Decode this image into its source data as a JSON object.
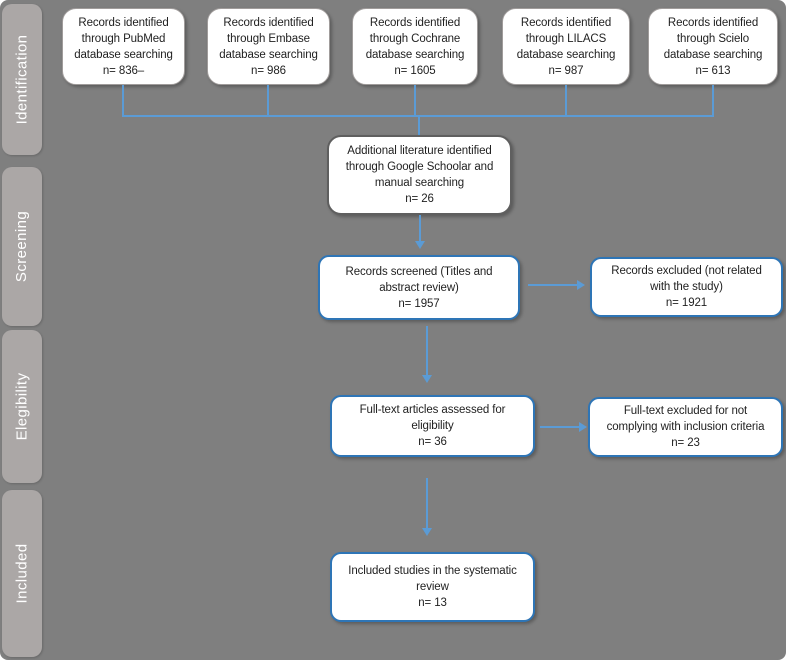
{
  "colors": {
    "background": "#7f7f7f",
    "stage_tab": "#aba7a6",
    "stage_text": "#ffffff",
    "connector_blue": "#5b9bd5",
    "box_border_blue": "#2e75b6",
    "box_border_dark_gray": "#5f5f5f",
    "box_border_light_gray": "#a09c9b",
    "box_fill": "#ffffff",
    "box_text": "#1f1f1f"
  },
  "stages": [
    {
      "label": "Identification"
    },
    {
      "label": "Screening"
    },
    {
      "label": "Elegibility"
    },
    {
      "label": "Included"
    }
  ],
  "boxes": {
    "pubmed": {
      "text": "Records identified\nthrough PubMed\ndatabase searching\nn= 836–"
    },
    "embase": {
      "text": "Records identified\nthrough Embase\ndatabase searching\nn= 986"
    },
    "cochrane": {
      "text": "Records identified\nthrough Cochrane\ndatabase searching\nn= 1605"
    },
    "lilacs": {
      "text": "Records identified\nthrough LILACS\ndatabase searching\nn= 987"
    },
    "scielo": {
      "text": "Records identified\nthrough Scielo\ndatabase searching\nn= 613"
    },
    "additional": {
      "text": "Additional literature identified\nthrough Google Schoolar and\nmanual searching\nn= 26"
    },
    "screened": {
      "text": "Records screened (Titles and\nabstract review)\nn= 1957"
    },
    "excluded": {
      "text": "Records excluded (not related\nwith the study)\nn= 1921"
    },
    "fulltext": {
      "text": "Full-text articles assessed for\neligibility\nn= 36"
    },
    "fulltext_excluded": {
      "text": "Full-text excluded for not\ncomplying with inclusion criteria\nn= 23"
    },
    "included": {
      "text": "Included studies in the systematic\nreview\nn= 13"
    }
  }
}
